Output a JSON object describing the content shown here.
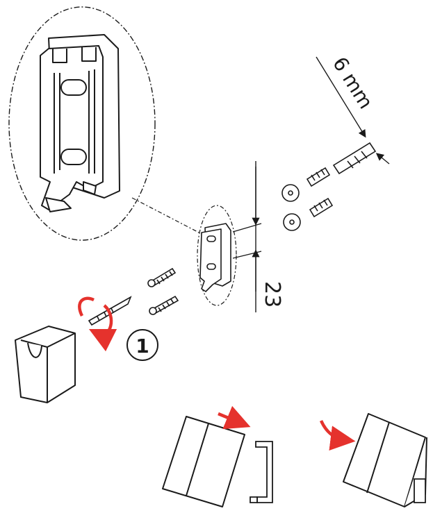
{
  "dimensions": {
    "drill_diameter": "6 mm",
    "hole_spacing": "23"
  },
  "step": {
    "number": "1"
  },
  "colors": {
    "line": "#1a1a1a",
    "accent": "#e5322d",
    "fill": "#ffffff"
  },
  "icons": {
    "rotation": "clockwise-rotation-arrow-icon",
    "push": "push-arrow-icon"
  }
}
